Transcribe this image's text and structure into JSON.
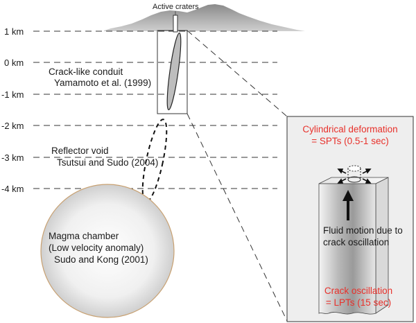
{
  "top_label": "Active craters",
  "depth_labels": [
    "1 km",
    "0 km",
    "-1 km",
    "-2 km",
    "-3 km",
    "-4 km"
  ],
  "conduit": {
    "title": "Crack-like conduit",
    "citation": "Yamamoto et al. (1999)"
  },
  "reflector": {
    "title": "Reflector void",
    "citation": "Tsutsui and Sudo (2004)"
  },
  "magma_chamber": {
    "line1": "Magma chamber",
    "line2": "(Low velocity anomaly)",
    "citation": "Sudo and Kong (2001)"
  },
  "inset": {
    "cyl_line1": "Cylindrical deformation",
    "cyl_line2": "= SPTs (0.5-1 sec)",
    "fluid_line1": "Fluid motion due to",
    "fluid_line2": "crack oscillation",
    "crack_line1": "Crack oscillation",
    "crack_line2": "= LPTs (15 sec)"
  },
  "colors": {
    "highlight_text": "#e8302a",
    "body_text": "#1a1a1a",
    "mountain": "#9a9a9a",
    "dashed_line": "#333333",
    "inset_bg": "#eeeeee"
  }
}
